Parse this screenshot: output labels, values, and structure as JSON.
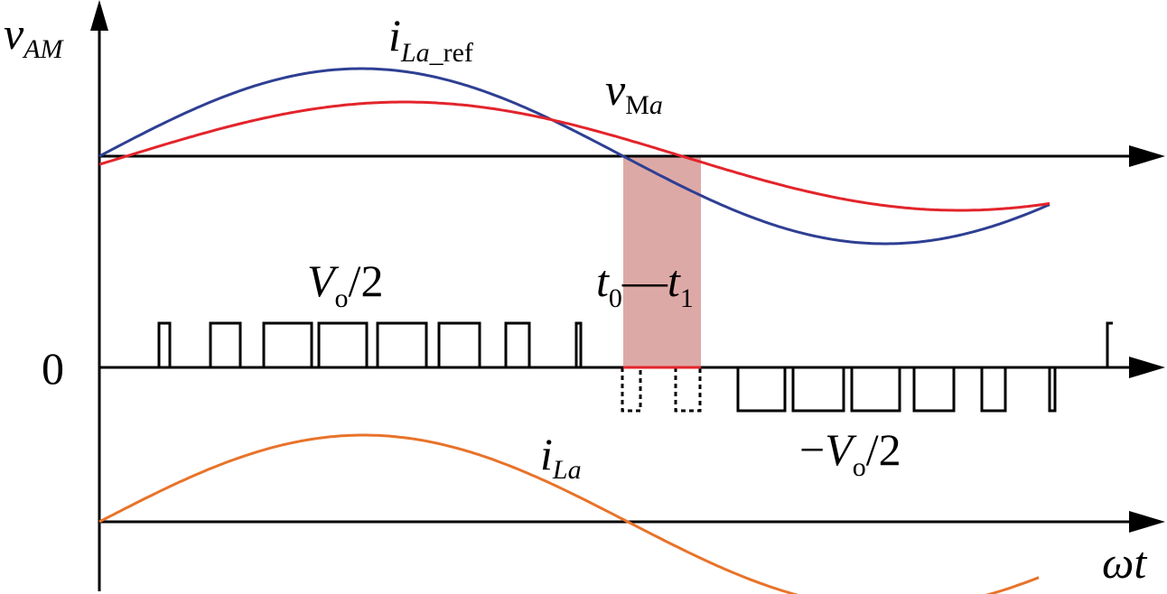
{
  "labels": {
    "y_axis": {
      "main": "v",
      "sub": "AM"
    },
    "i_ref": {
      "main": "i",
      "sub": "La_",
      "sub2": "ref"
    },
    "v_ma": {
      "main": "v",
      "sub": "M",
      "sub_it": "a"
    },
    "interval": {
      "t0": "t",
      "t0_sub": "0",
      "dash": "—",
      "t1": "t",
      "t1_sub": "1"
    },
    "pos_level": {
      "main": "V",
      "sub": "o",
      "rest": "/2"
    },
    "neg_level": {
      "minus": "−",
      "main": "V",
      "sub": "o",
      "rest": "/2"
    },
    "zero": "0",
    "i_la": {
      "main": "i",
      "sub": "La"
    },
    "x_axis": {
      "omega": "ω",
      "t": "t"
    }
  },
  "colors": {
    "axis": "#000000",
    "i_ref": "#2e3f93",
    "v_ma": "#e3242b",
    "i_la": "#e8732a",
    "interval_fill": "#dda9a6",
    "pulse": "#000000"
  }
}
